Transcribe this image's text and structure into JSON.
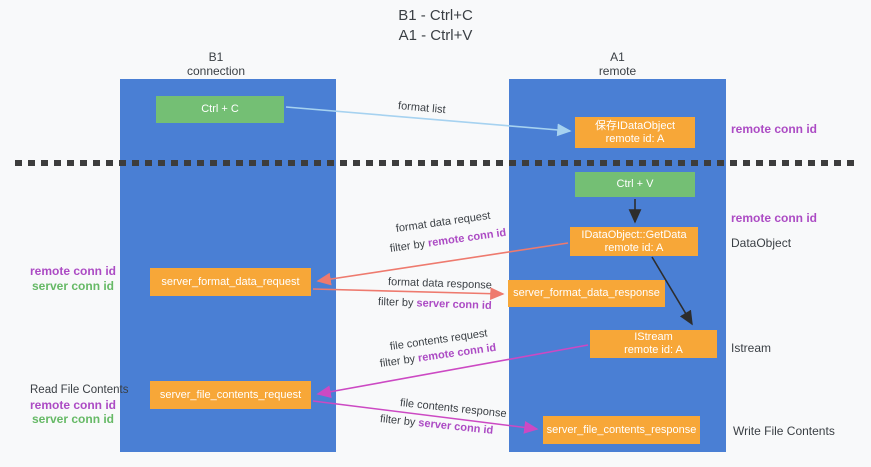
{
  "title": {
    "line1": "B1 - Ctrl+C",
    "line2": "A1 - Ctrl+V"
  },
  "columns": {
    "left": {
      "name": "B1",
      "role": "connection"
    },
    "right": {
      "name": "A1",
      "role": "remote"
    }
  },
  "nodes": {
    "ctrl_c": "Ctrl + C",
    "ctrl_v": "Ctrl + V",
    "save_idataobject_line1": "保存IDataObject",
    "save_idataobject_line2": "remote id: A",
    "getdata_line1": "IDataObject::GetData",
    "getdata_line2": "remote id: A",
    "istream_line1": "IStream",
    "istream_line2": "remote id: A",
    "format_request": "server_format_data_request",
    "format_response": "server_format_data_response",
    "file_request": "server_file_contents_request",
    "file_response": "server_file_contents_response"
  },
  "arrows": {
    "format_list": "format list",
    "format_data_request": "format data request",
    "format_data_response": "format data response",
    "file_contents_request": "file contents request",
    "file_contents_response": "file contents response",
    "filter_by": "filter by "
  },
  "labels": {
    "remote_conn_id": "remote conn id",
    "server_conn_id": "server conn id",
    "dataobject": "DataObject",
    "istream": "Istream",
    "read_file_contents": "Read File Contents",
    "write_file_contents": "Write File Contents"
  },
  "colors": {
    "column_blue": "#4a7fd4",
    "box_orange": "#f7a738",
    "box_green": "#74bf74",
    "arrow_lightblue": "#a6d2f0",
    "arrow_salmon": "#ee7a6e",
    "arrow_magenta": "#cc49c3",
    "arrow_black": "#2d2d2d",
    "label_purple": "#ac4bc4",
    "label_green": "#66b966"
  }
}
